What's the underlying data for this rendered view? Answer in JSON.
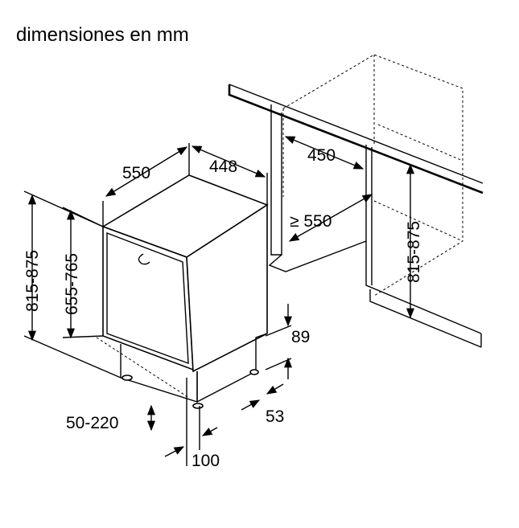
{
  "title": "dimensiones en mm",
  "dimensions": {
    "depth": "550",
    "width": "448",
    "niche_width": "450",
    "niche_depth": "≥ 550",
    "niche_height": "815-875",
    "total_height": "815-875",
    "body_height": "655-765",
    "plinth_height": "89",
    "plinth_depth": "53",
    "foot_adjust": "50-220",
    "door_offset": "100"
  }
}
